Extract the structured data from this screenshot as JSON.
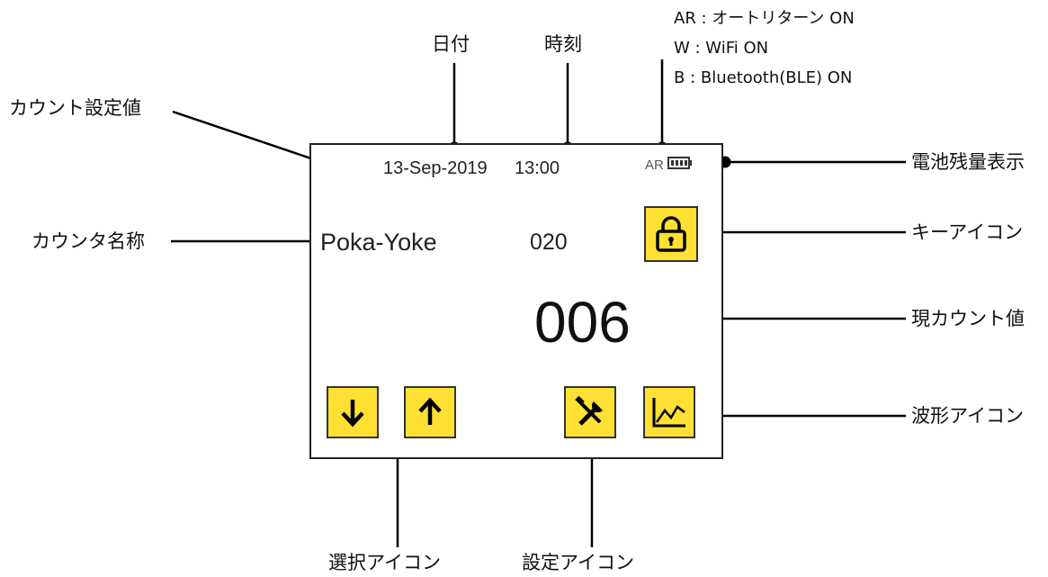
{
  "labels": {
    "date": "日付",
    "time": "時刻",
    "status_ar": "AR : オートリターン ON",
    "status_w": "W : WiFi ON",
    "status_b": "B : Bluetooth(BLE) ON",
    "count_setting": "カウント設定値",
    "battery": "電池残量表示",
    "counter_name": "カウンタ名称",
    "key_icon": "キーアイコン",
    "current_count": "現カウント値",
    "waveform_icon": "波形アイコン",
    "select_icon": "選択アイコン",
    "settings_icon": "設定アイコン"
  },
  "screen": {
    "date": "13-Sep-2019",
    "time": "13:00",
    "status": "AR",
    "counter_name": "Poka-Yoke",
    "count_setting": "020",
    "current_count": "006"
  },
  "icons": {
    "battery": "battery-full-icon",
    "key": "lock-icon",
    "down": "arrow-down-icon",
    "up": "arrow-up-icon",
    "settings": "wrench-screwdriver-icon",
    "waveform": "line-chart-icon"
  },
  "colors": {
    "button_fill": "#ffe033",
    "button_border": "#333333",
    "screen_border": "#222222",
    "text": "#111111"
  }
}
